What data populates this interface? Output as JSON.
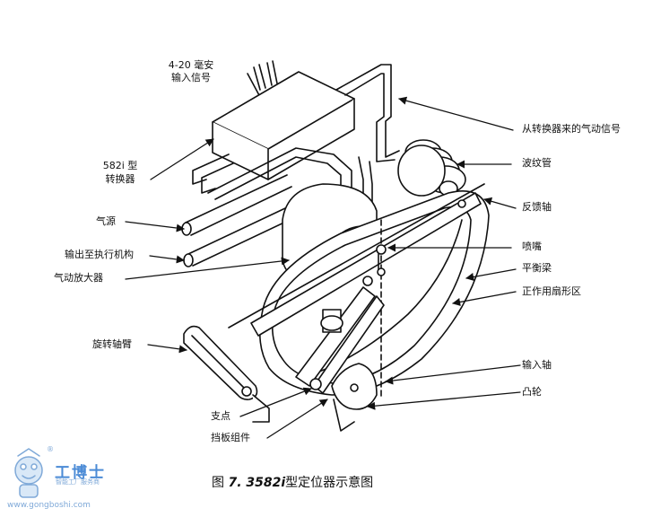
{
  "labels": {
    "signal_top": "4-20 毫安",
    "signal_bottom": "输入信号",
    "converter_top": "582i 型",
    "converter_bottom": "转换器",
    "air_supply": "气源",
    "output_actuator": "输出至执行机构",
    "pneumatic_amp": "气动放大器",
    "rotary_arm": "旋转轴臂",
    "pivot": "支点",
    "flapper": "挡板组件",
    "signal_from_converter": "从转换器来的气动信号",
    "bellows": "波纹管",
    "feedback_shaft": "反馈轴",
    "nozzle": "喷嘴",
    "balance_beam": "平衡梁",
    "sector": "正作用扇形区",
    "input_shaft": "输入轴",
    "cam": "凸轮"
  },
  "caption": {
    "prefix": "图",
    "figure_no": "7. 3582i",
    "suffix": "型定位器示意图"
  },
  "watermark": {
    "name": "工博士",
    "sub": "智能工厂服务商",
    "url": "www.gongboshi.com",
    "registered": "®"
  },
  "colors": {
    "line": "#111111",
    "watermark": "#4b8bd6"
  }
}
